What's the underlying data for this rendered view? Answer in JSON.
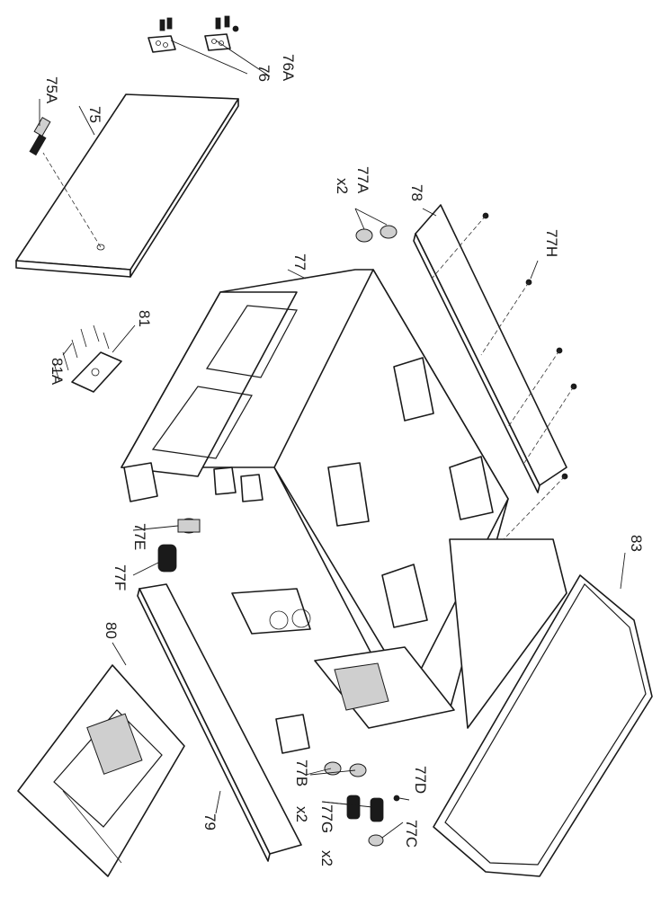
{
  "labels": {
    "p75": "75",
    "p75a": "75A",
    "p76": "76",
    "p76a": "76A",
    "p77": "77",
    "p77a": "77A",
    "p77a_qty": "x2",
    "p77b": "77B",
    "p77b_qty": "x2",
    "p77c": "77C",
    "p77d": "77D",
    "p77e": "77E",
    "p77f": "77F",
    "p77g": "77G",
    "p77g_qty": "x2",
    "p77h": "77H",
    "p78": "78",
    "p79": "79",
    "p80": "80",
    "p81": "81",
    "p81a": "81A",
    "p83": "83"
  }
}
